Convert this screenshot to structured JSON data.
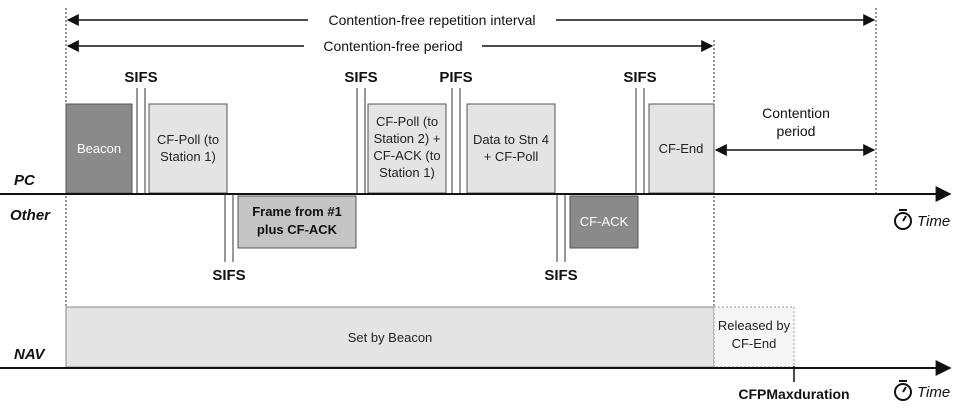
{
  "intervals": {
    "repetition": "Contention-free repetition interval",
    "period": "Contention-free period",
    "contention": [
      "Contention",
      "period"
    ]
  },
  "rows": {
    "pc": "PC",
    "other": "Other",
    "nav": "NAV"
  },
  "time_label": "Time",
  "spacing": {
    "sifs": "SIFS",
    "pifs": "PIFS"
  },
  "pc_frames": {
    "beacon": [
      "Beacon"
    ],
    "cf_poll_1": [
      "CF-Poll (to",
      "Station 1)"
    ],
    "cf_poll_2": [
      "CF-Poll (to",
      "Station 2) +",
      "CF-ACK (to",
      "Station 1)"
    ],
    "data_stn4": [
      "Data to Stn 4",
      "+ CF-Poll"
    ],
    "cf_end": [
      "CF-End"
    ]
  },
  "other_frames": {
    "frame_from_1": [
      "Frame from #1",
      "plus CF-ACK"
    ],
    "cf_ack": [
      "CF-ACK"
    ]
  },
  "nav": {
    "set": "Set by Beacon",
    "released": [
      "Released by",
      "CF-End"
    ]
  },
  "cfp_max": "CFPMaxduration",
  "colors": {
    "dark_frame": "#8a8a8a",
    "light_frame": "#e4e4e4",
    "outline": "#555555"
  }
}
